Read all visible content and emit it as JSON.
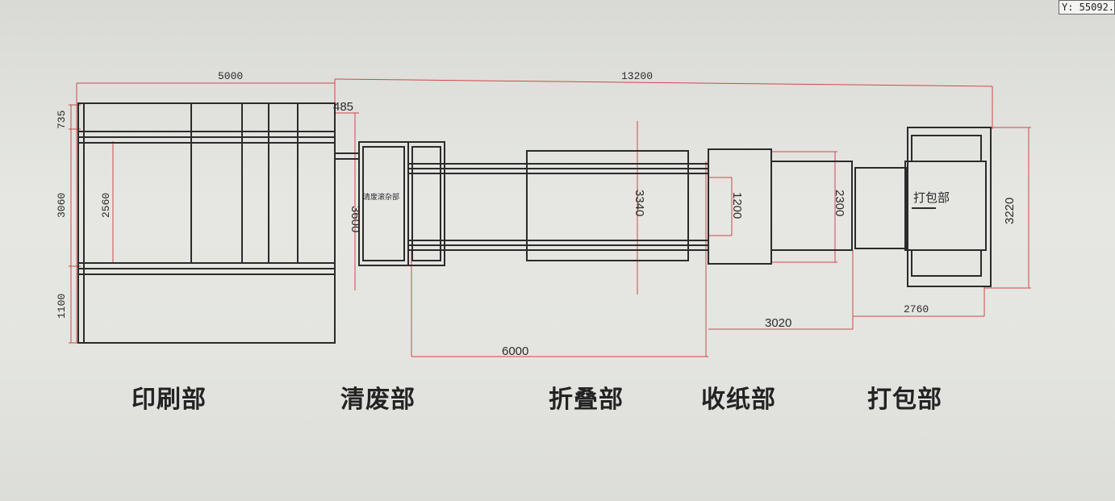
{
  "coordinate_readout": "Y: 55092.",
  "dimensions": {
    "print_width": "5000",
    "total_length": "13200",
    "gap": "485",
    "print_top_band": "735",
    "print_height": "3060",
    "print_inner": "2560",
    "print_bottom_band": "1100",
    "clean_height": "3600",
    "fold_height": "3340",
    "collect_1": "1200",
    "collect_2": "2300",
    "pack_height": "3220",
    "pack_width": "2760",
    "collect_length": "3020",
    "fold_length": "6000"
  },
  "drawing_labels": {
    "clean_small": "清废滚杂部",
    "pack_small": "打包部"
  },
  "sections": {
    "printing": "印刷部",
    "cleaning": "清废部",
    "folding": "折叠部",
    "collecting": "收纸部",
    "packing": "打包部"
  },
  "colors": {
    "outline": "#2b2b2b",
    "dimension_line": "#d04848",
    "background": "#e4e5e1"
  }
}
